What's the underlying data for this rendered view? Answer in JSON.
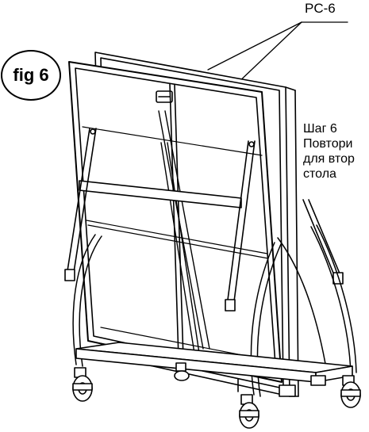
{
  "figure": {
    "badge": "fig 6"
  },
  "callout": {
    "part_code": "PC-6"
  },
  "step": {
    "title": "Шаг 6",
    "line1": "Повтори",
    "line2": "для втор",
    "line3": "стола"
  },
  "colors": {
    "ink": "#000000",
    "paper": "#ffffff",
    "shade": "#d9d9d9"
  }
}
